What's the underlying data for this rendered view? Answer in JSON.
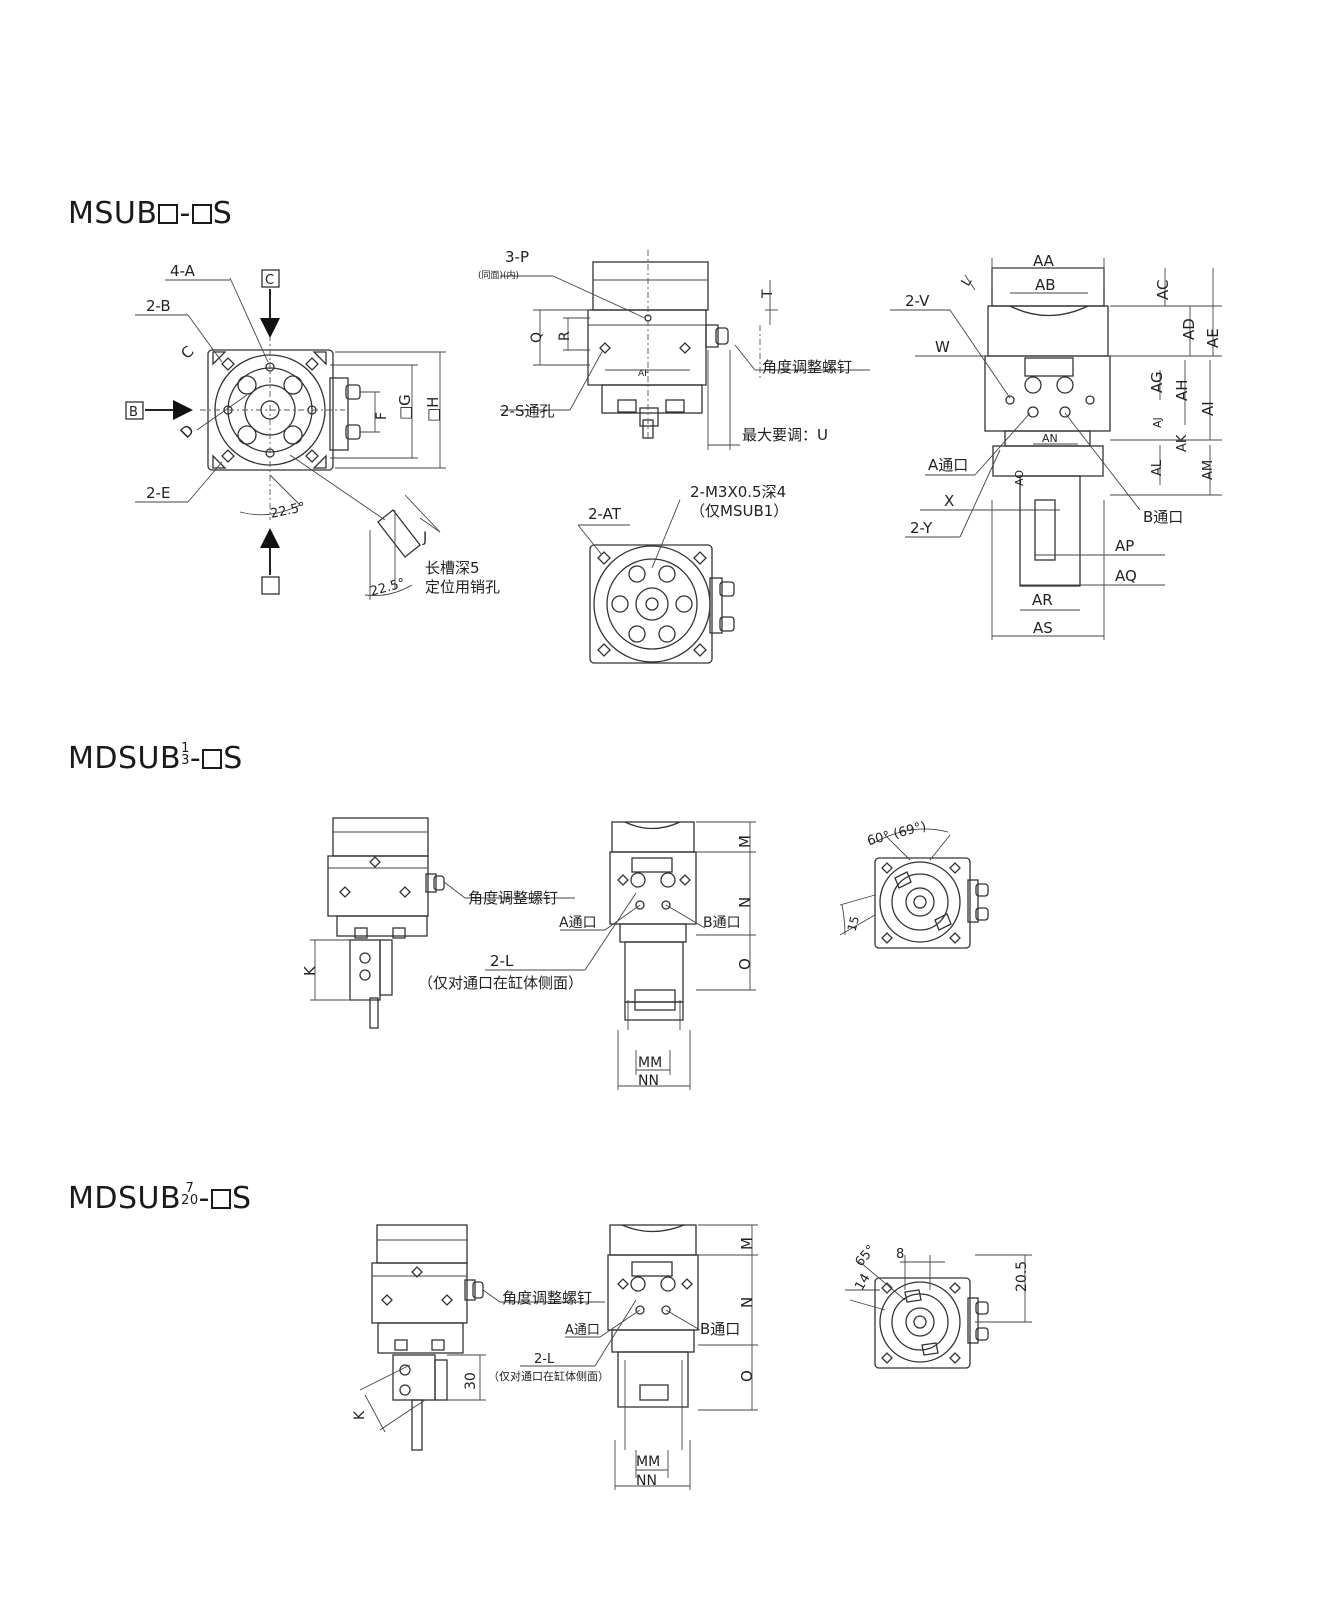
{
  "sections": [
    {
      "title_prefix": "MSUB",
      "title_suffix": "S"
    },
    {
      "title_prefix": "MDSUB",
      "frac_top": "1",
      "frac_bottom": "3",
      "title_suffix": "S"
    },
    {
      "title_prefix": "MDSUB",
      "frac_top": "7",
      "frac_bottom": "20",
      "title_suffix": "S"
    }
  ],
  "top_view": {
    "label_4A": "4-A",
    "label_2B": "2-B",
    "label_C": "C",
    "label_D": "D",
    "label_2E": "2-E",
    "label_F": "F",
    "label_G": "□G",
    "label_H": "□H",
    "arrow_C": "C",
    "arrow_B": "B",
    "arrow_bottom": "□",
    "angle_225a": "22.5°",
    "angle_225b": "22.5°",
    "label_J": "J",
    "slot_note1": "长槽深5",
    "slot_note2": "定位用销孔"
  },
  "side_view": {
    "label_3P": "3-P",
    "label_3P_sub": "(同面)(内)",
    "label_Q": "Q",
    "label_R": "R",
    "label_AF": "AF",
    "label_2S": "2-S通孔",
    "label_T": "T",
    "adjust_screw": "角度调整螺钉",
    "max_adjust": "最大要调：U"
  },
  "bottom_view": {
    "label_2AT": "2-AT",
    "label_m3": "2-M3X0.5深4",
    "label_m3_note": "（仅MSUB1）"
  },
  "right_view": {
    "AA": "AA",
    "AB": "AB",
    "AC": "AC",
    "AD": "AD",
    "AE": "AE",
    "AG": "AG",
    "AH": "AH",
    "AI": "AI",
    "AJ": "AJ",
    "AK": "AK",
    "AL": "AL",
    "AM": "AM",
    "AN": "AN",
    "AO": "AO",
    "AP": "AP",
    "AQ": "AQ",
    "AR": "AR",
    "AS": "AS",
    "L": "L",
    "V": "2-V",
    "W": "W",
    "X": "X",
    "Y": "2-Y",
    "portA": "A通口",
    "portB": "B通口"
  },
  "mdsub13": {
    "adjust_screw": "角度调整螺钉",
    "K": "K",
    "portA": "A通口",
    "portB": "B通口",
    "L": "2-L",
    "L_note": "（仅对通口在缸体侧面）",
    "M": "M",
    "N": "N",
    "O": "O",
    "MM": "MM",
    "NN": "NN",
    "angle": "60° (69°)",
    "angle15": "15"
  },
  "mdsub720": {
    "adjust_screw": "角度调整螺钉",
    "K": "K",
    "v30": "30",
    "portA": "A通口",
    "portB": "B通口",
    "L": "2-L",
    "L_note": "（仅对通口在缸体侧面）",
    "M": "M",
    "N": "N",
    "O": "O",
    "MM": "MM",
    "NN": "NN",
    "angle65": "65°",
    "v8": "8",
    "v14": "14",
    "v205": "20.5"
  }
}
